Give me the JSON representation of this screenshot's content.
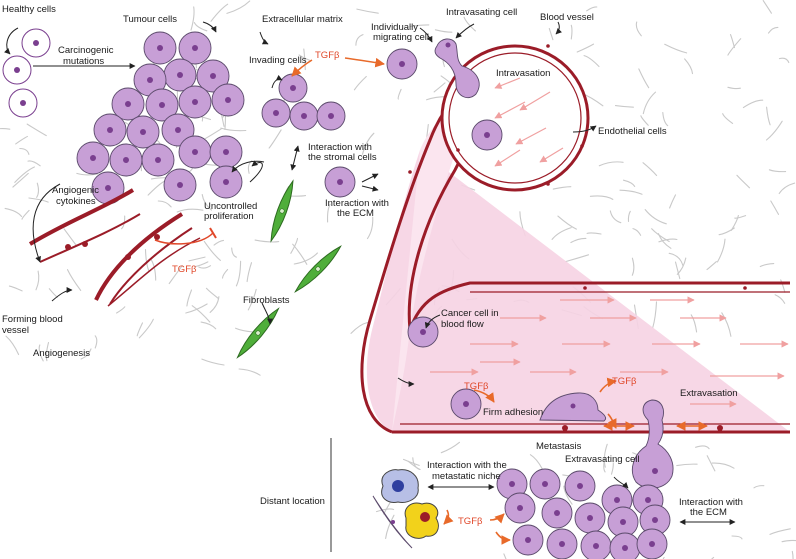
{
  "labels": {
    "healthy_cells": "Healthy cells",
    "tumour_cells": "Tumour cells",
    "carcinogenic": "Carcinogenic",
    "mutations": "mutations",
    "extracellular_matrix": "Extracellular matrix",
    "individually_1": "Individually",
    "individually_2": "migrating cell",
    "intravasating_cell": "Intravasating cell",
    "blood_vessel": "Blood vessel",
    "invading_cells": "Invading cells",
    "intravasation": "Intravasation",
    "endothelial_cells": "Endothelial cells",
    "interaction_stromal_1": "Interaction with",
    "interaction_stromal_2": "the stromal cells",
    "uncontrolled_1": "Uncontrolled",
    "uncontrolled_2": "proliferation",
    "interaction_ecm_1": "Interaction with",
    "interaction_ecm_2": "the ECM",
    "angiogenic_1": "Angiogenic",
    "angiogenic_2": "cytokines",
    "fibroblasts": "Fibroblasts",
    "forming_1": "Forming blood",
    "forming_2": "vessel",
    "angiogenesis": "Angiogenesis",
    "cancer_flow_1": "Cancer cell in",
    "cancer_flow_2": "blood flow",
    "firm_adhesion": "Firm adhesion",
    "extravasation": "Extravasation",
    "metastasis": "Metastasis",
    "extravasating_cell": "Extravasating cell",
    "niche_1": "Interaction with the",
    "niche_2": "metastatic niche",
    "distant_location": "Distant location",
    "interaction_ecm2_1": "Interaction with",
    "interaction_ecm2_2": "the ECM",
    "tgfb": "TGFβ"
  },
  "colors": {
    "tumour_cell": "#c79fd6",
    "nucleus": "#7a3f8f",
    "vessel": "#9b1c28",
    "tgfb_text": "#e0482a",
    "tgfb_arrow": "#e86a2a",
    "fibroblast": "#4fae3a",
    "flow_arrow": "#f0a0a0",
    "matrix_fibre": "#c9c9c9",
    "niche_blue_cell": "#b7bfe6",
    "niche_yellow_cell": "#f2d21b"
  }
}
